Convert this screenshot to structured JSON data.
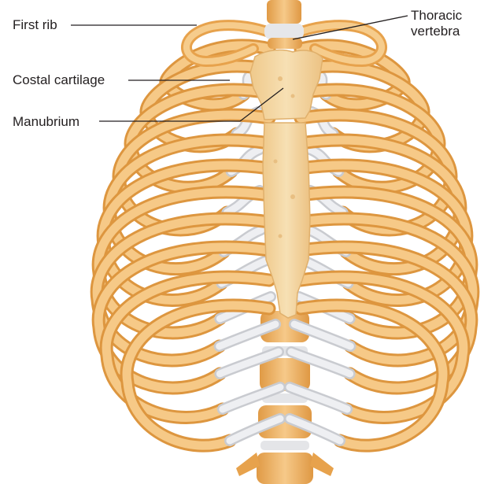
{
  "labels": {
    "first_rib": "First rib",
    "costal_cartilage": "Costal cartilage",
    "manubrium": "Manubrium",
    "thoracic_line1": "Thoracic",
    "thoracic_line2": "vertebra"
  },
  "colors": {
    "bone": "#f2bd73",
    "bone_dark": "#d9953f",
    "bone_light": "#f8d59a",
    "cartilage": "#e6e7ea",
    "cartilage_shadow": "#c9cbd0",
    "sternum": "#f4d7a3",
    "leader": "#231f20"
  }
}
